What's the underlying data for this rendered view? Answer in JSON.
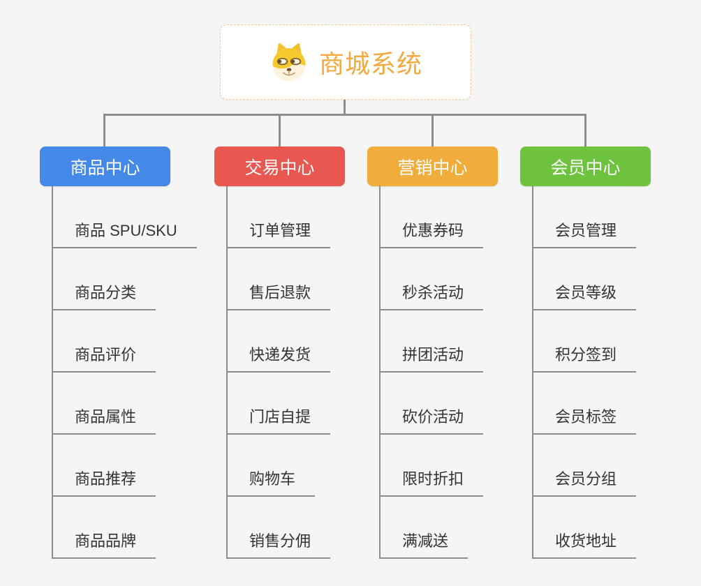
{
  "colors": {
    "background": "#f5f5f5",
    "connector_line": "#8c8c8c",
    "root_title": "#f3a93e",
    "root_border": "#f3cd8e",
    "leaf_text": "#333333"
  },
  "root": {
    "title": "商城系统",
    "icon": "doge-face-icon"
  },
  "branches": [
    {
      "id": "goods-center",
      "label": "商品中心",
      "color": "#4589e8",
      "items": [
        "商品 SPU/SKU",
        "商品分类",
        "商品评价",
        "商品属性",
        "商品推荐",
        "商品品牌"
      ]
    },
    {
      "id": "trade-center",
      "label": "交易中心",
      "color": "#e85750",
      "items": [
        "订单管理",
        "售后退款",
        "快递发货",
        "门店自提",
        "购物车",
        "销售分佣"
      ]
    },
    {
      "id": "marketing-center",
      "label": "营销中心",
      "color": "#f0ad3c",
      "items": [
        "优惠券码",
        "秒杀活动",
        "拼团活动",
        "砍价活动",
        "限时折扣",
        "满减送"
      ]
    },
    {
      "id": "member-center",
      "label": "会员中心",
      "color": "#6ec23e",
      "items": [
        "会员管理",
        "会员等级",
        "积分签到",
        "会员标签",
        "会员分组",
        "收货地址"
      ]
    }
  ]
}
